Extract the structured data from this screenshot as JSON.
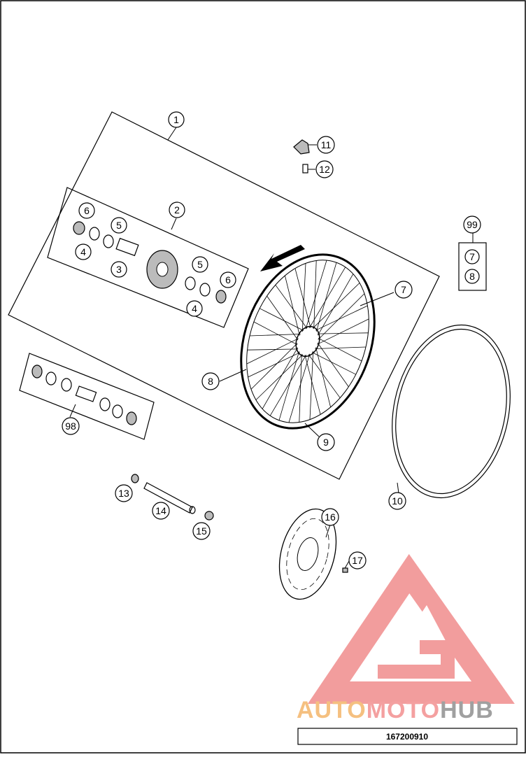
{
  "drawing_number": "167200910",
  "watermark": {
    "parts": [
      {
        "text": "AUTO",
        "color": "#f5c080"
      },
      {
        "text": "MOTO",
        "color": "#f4a0a0"
      },
      {
        "text": "HUB",
        "color": "#a0a0a0"
      }
    ],
    "logo_color": "#f08c8c"
  },
  "callouts": [
    {
      "id": "c1",
      "label": "1"
    },
    {
      "id": "c2",
      "label": "2"
    },
    {
      "id": "c3",
      "label": "3"
    },
    {
      "id": "c4a",
      "label": "4"
    },
    {
      "id": "c4b",
      "label": "4"
    },
    {
      "id": "c5a",
      "label": "5"
    },
    {
      "id": "c5b",
      "label": "5"
    },
    {
      "id": "c6a",
      "label": "6"
    },
    {
      "id": "c6b",
      "label": "6"
    },
    {
      "id": "c7",
      "label": "7"
    },
    {
      "id": "c8",
      "label": "8"
    },
    {
      "id": "c9",
      "label": "9"
    },
    {
      "id": "c10",
      "label": "10"
    },
    {
      "id": "c11",
      "label": "11"
    },
    {
      "id": "c12",
      "label": "12"
    },
    {
      "id": "c13",
      "label": "13"
    },
    {
      "id": "c14",
      "label": "14"
    },
    {
      "id": "c15",
      "label": "15"
    },
    {
      "id": "c16",
      "label": "16"
    },
    {
      "id": "c17",
      "label": "17"
    },
    {
      "id": "c98",
      "label": "98"
    },
    {
      "id": "c99",
      "label": "99"
    },
    {
      "id": "c99_7",
      "label": "7"
    },
    {
      "id": "c99_8",
      "label": "8"
    }
  ]
}
